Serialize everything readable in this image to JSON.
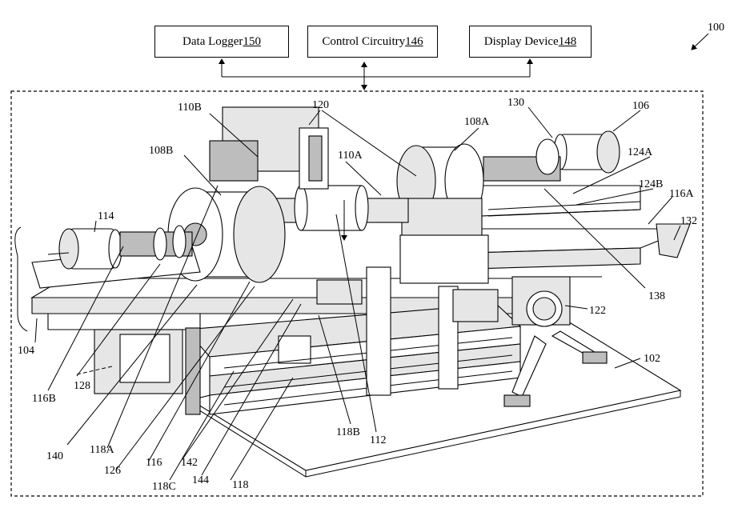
{
  "figure": {
    "system_ref": "100",
    "boxes": {
      "data_logger": {
        "text": "Data Logger ",
        "ref": "150"
      },
      "control_circuitry": {
        "text": "Control Circuitry ",
        "ref": "146"
      },
      "display_device": {
        "text": "Display Device ",
        "ref": "148"
      }
    },
    "labels": {
      "l110B": "110B",
      "l120": "120",
      "l108A": "108A",
      "l130": "130",
      "l106": "106",
      "l108B": "108B",
      "l110A": "110A",
      "l124A": "124A",
      "l124B": "124B",
      "l116A": "116A",
      "l132": "132",
      "l114": "114",
      "l122": "122",
      "l138": "138",
      "l104": "104",
      "l102": "102",
      "l116B": "116B",
      "l128": "128",
      "l140": "140",
      "l118A": "118A",
      "l126": "126",
      "l116": "116",
      "l118C": "118C",
      "l142": "142",
      "l144": "144",
      "l118": "118",
      "l118B": "118B",
      "l112": "112"
    }
  }
}
